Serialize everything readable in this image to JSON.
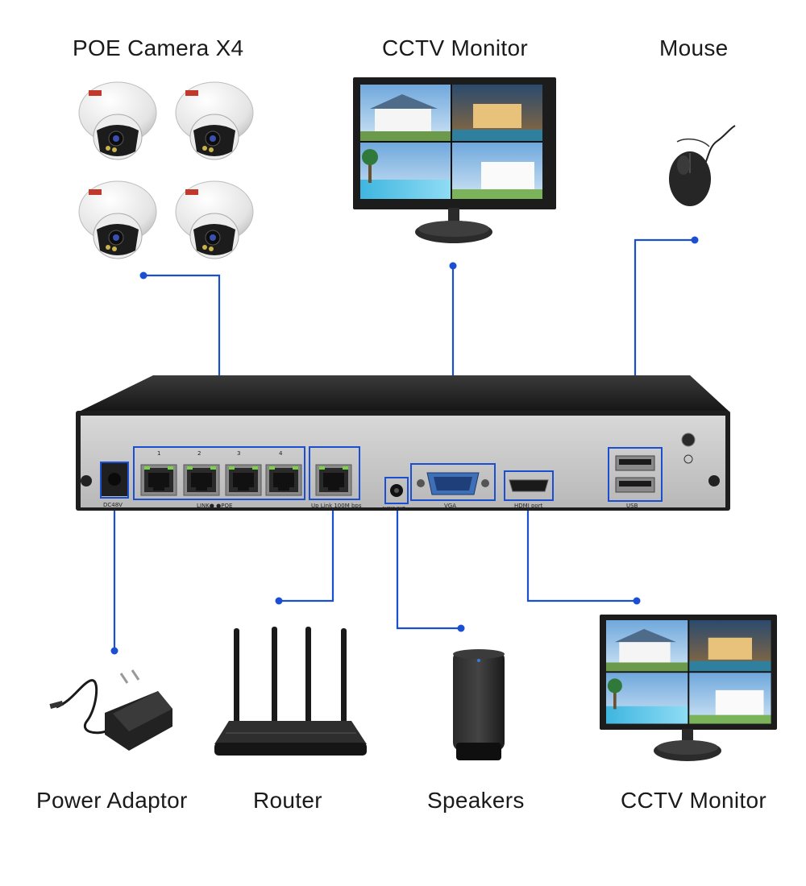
{
  "labels": {
    "poe_camera": "POE Camera X4",
    "cctv_monitor_top": "CCTV Monitor",
    "mouse": "Mouse",
    "power_adaptor": "Power Adaptor",
    "router": "Router",
    "speakers": "Speakers",
    "cctv_monitor_bottom": "CCTV Monitor"
  },
  "nvr_ports": {
    "dc": "DC48V",
    "poe_numbers": [
      "1",
      "2",
      "3",
      "4"
    ],
    "link_poe": "LINK●    ●POE",
    "uplink": "Up Link 100M bps",
    "audio_out": "AUDIO OUT",
    "vga": "VGA",
    "hdmi": "HDMI port",
    "usb": "USB"
  },
  "colors": {
    "connector": "#1a4fd0",
    "nvr_face": "#c9c9c9",
    "nvr_body": "#262626"
  }
}
